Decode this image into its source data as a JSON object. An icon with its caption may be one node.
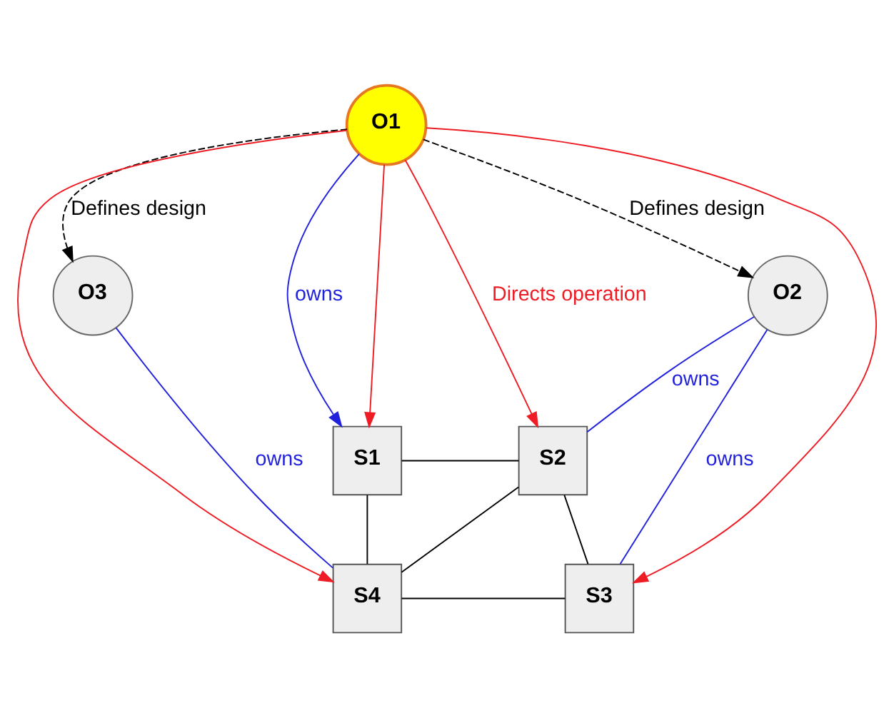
{
  "diagram": {
    "nodes": [
      {
        "text": [
          "O1"
        ]
      },
      {
        "text": [
          "O3"
        ]
      },
      {
        "text": [
          "O2"
        ]
      },
      {
        "text": [
          "S1"
        ]
      },
      {
        "text": [
          "S2"
        ]
      },
      {
        "text": [
          "S4"
        ]
      },
      {
        "text": [
          "S3"
        ]
      }
    ],
    "edges": [
      {
        "from": 0,
        "to": 1,
        "arrow": "to",
        "style": "dashed",
        "label": "Defines design"
      },
      {
        "from": 0,
        "to": 2,
        "arrow": "to",
        "style": "dashed",
        "label": "Defines design"
      },
      {
        "from": 0,
        "to": 3,
        "arrow": "to",
        "color": "#2222dd",
        "label": "owns"
      },
      {
        "from": 0,
        "to": 5,
        "arrow": "to",
        "color": "#ee1c24"
      },
      {
        "from": 0,
        "to": 3,
        "arrow": "to",
        "color": "#ee1c24"
      },
      {
        "from": 0,
        "to": 4,
        "arrow": "to",
        "color": "#ee1c24",
        "label": "Directs operation"
      },
      {
        "from": 0,
        "to": 6,
        "arrow": "to",
        "color": "#ee1c24"
      },
      {
        "from": 1,
        "to": 5,
        "arrow": "none",
        "color": "#2222dd",
        "label": "owns"
      },
      {
        "from": 2,
        "to": 4,
        "arrow": "none",
        "color": "#2222dd",
        "label": "owns"
      },
      {
        "from": 2,
        "to": 6,
        "arrow": "none",
        "color": "#2222dd",
        "label": "owns"
      },
      {
        "from": 3,
        "to": 4,
        "arrow": "none"
      },
      {
        "from": 3,
        "to": 5,
        "arrow": "none"
      },
      {
        "from": 4,
        "to": 5,
        "arrow": "none"
      },
      {
        "from": 4,
        "to": 6,
        "arrow": "none"
      },
      {
        "from": 5,
        "to": 6,
        "arrow": "none"
      }
    ]
  }
}
